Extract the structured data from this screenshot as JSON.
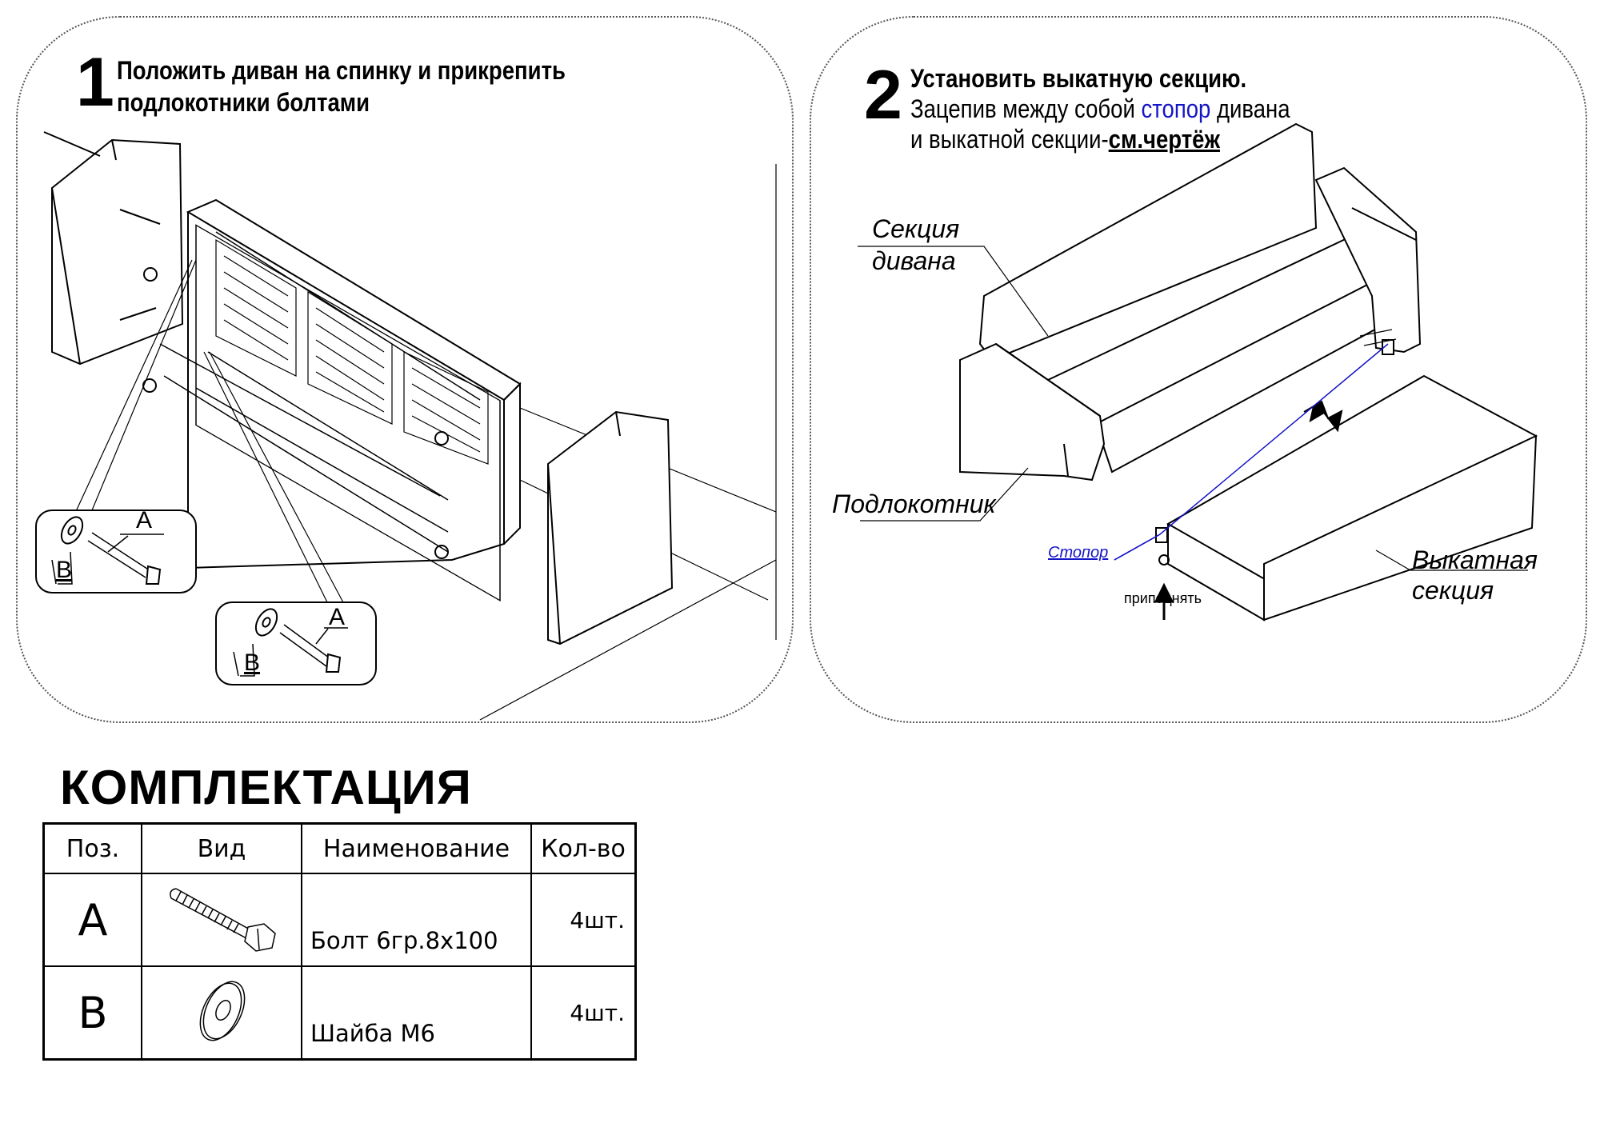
{
  "step1": {
    "number": "1",
    "line1": "Положить диван на спинку и прикрепить",
    "line2": "подлокотники болтами",
    "callout1": {
      "a": "A",
      "b": "B"
    },
    "callout2": {
      "a": "A",
      "b": "B"
    }
  },
  "step2": {
    "number": "2",
    "line1": "Установить выкатную секцию.",
    "line2_pre": "Зацепив между собой ",
    "line2_highlight": "стопор",
    "line2_post": " дивана",
    "line3_pre": "и выкатной секции-",
    "line3_link": "см.чертёж",
    "label_section_1": "Секция",
    "label_section_2": "дивана",
    "label_armrest": "Подлокотник",
    "label_stopper": "Стопор",
    "label_lift": "приподнять",
    "label_rollout_1": "Выкатная",
    "label_rollout_2": "секция"
  },
  "kit": {
    "title": "КОМПЛЕКТАЦИЯ",
    "headers": [
      "Поз.",
      "Вид",
      "Наименование",
      "Кол-во"
    ],
    "rows": [
      {
        "pos": "A",
        "icon": "bolt-icon",
        "name": "Болт 6гр.8х100",
        "qty": "4шт."
      },
      {
        "pos": "B",
        "icon": "washer-icon",
        "name": "Шайба М6",
        "qty": "4шт."
      }
    ]
  },
  "colors": {
    "accent": "#1515c8",
    "line": "#000000"
  }
}
